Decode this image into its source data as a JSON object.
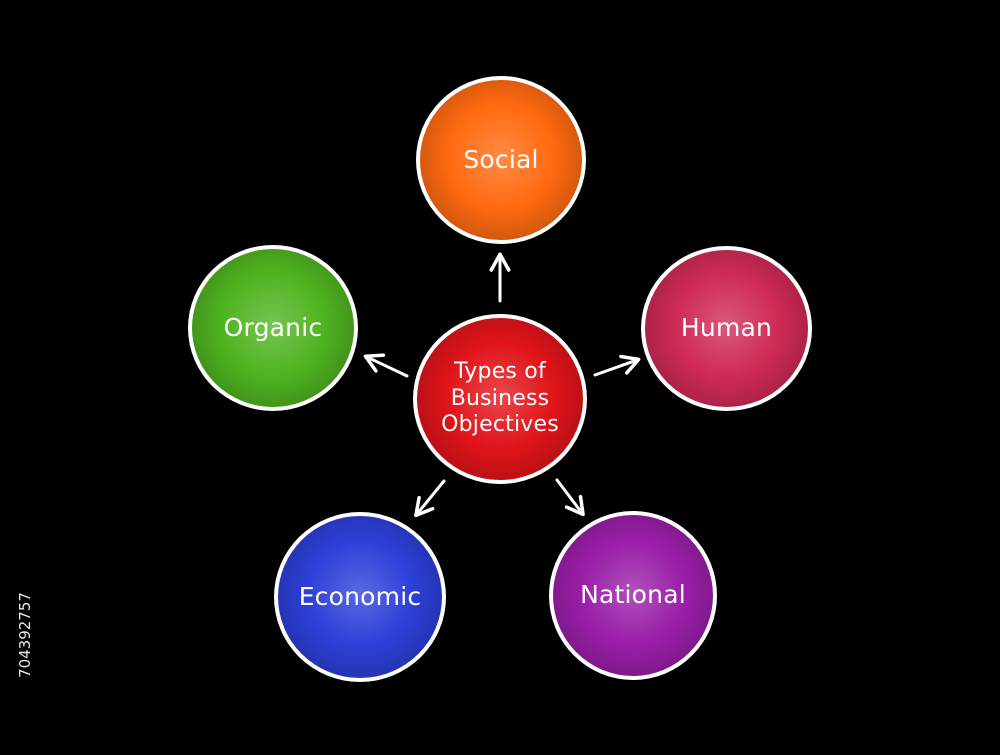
{
  "diagram": {
    "center": {
      "label": "Types of\nBusiness\nObjectives",
      "color": "#e0141a"
    },
    "nodes": [
      {
        "id": "social",
        "label": "Social",
        "color": "#ff6a10"
      },
      {
        "id": "human",
        "label": "Human",
        "color": "#cf2a55"
      },
      {
        "id": "organic",
        "label": "Organic",
        "color": "#4fb320"
      },
      {
        "id": "economic",
        "label": "Economic",
        "color": "#2d3fd8"
      },
      {
        "id": "national",
        "label": "National",
        "color": "#9a1ea8"
      }
    ]
  },
  "stock_id": "704392757"
}
